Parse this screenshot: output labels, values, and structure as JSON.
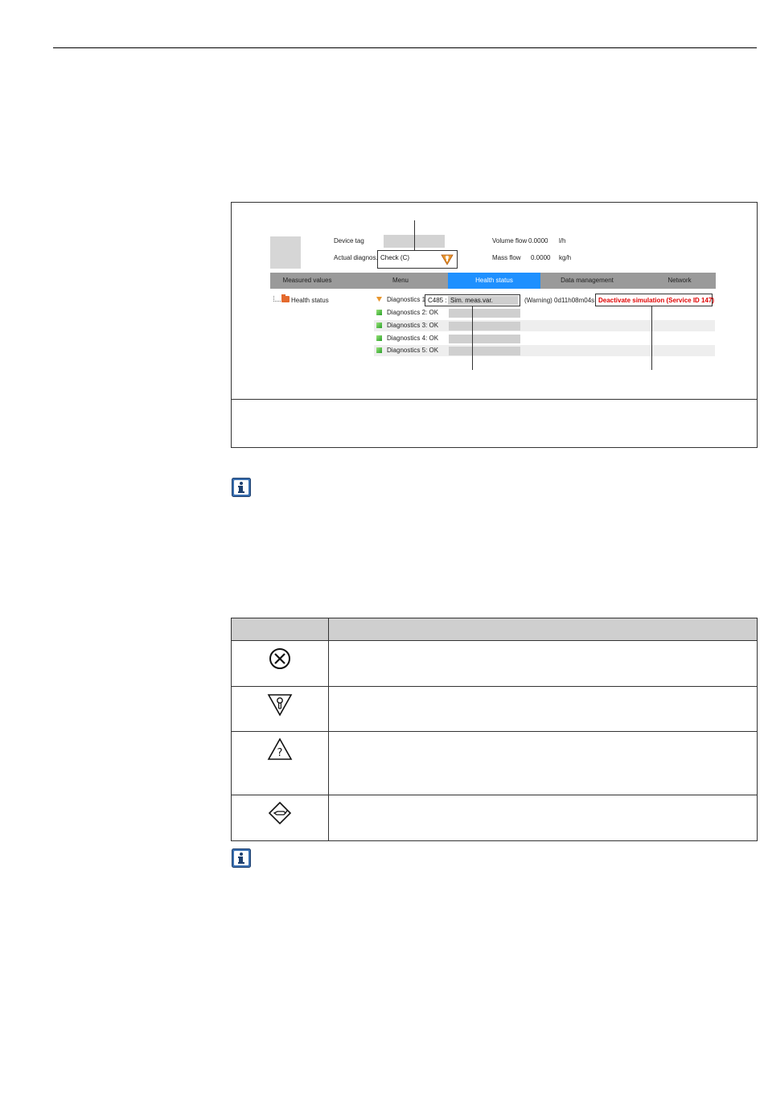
{
  "screen": {
    "device_tag_label": "Device tag",
    "actual_diagnos_label": "Actual diagnos.",
    "actual_diagnos_value": "Check (C)",
    "volume_flow_label": "Volume flow",
    "volume_flow_value": "0.0000",
    "volume_flow_unit": "l/h",
    "mass_flow_label": "Mass flow",
    "mass_flow_value": "0.0000",
    "mass_flow_unit": "kg/h",
    "tabs": [
      "Measured values",
      "Menu",
      "Health status",
      "Data management",
      "Network"
    ],
    "active_tab": "Health status",
    "tree_item": "Health status",
    "diagnostics": [
      {
        "label": "Diagnostics 1:",
        "status": "warning"
      },
      {
        "label": "Diagnostics 2: OK",
        "status": "ok"
      },
      {
        "label": "Diagnostics 3: OK",
        "status": "ok"
      },
      {
        "label": "Diagnostics 4: OK",
        "status": "ok"
      },
      {
        "label": "Diagnostics 5: OK",
        "status": "ok"
      }
    ],
    "diag1_code": "C485 :",
    "diag1_text": "Sim. meas.var.",
    "diag1_status_text": "(Warning) 0d11h08m04s",
    "deactivate_button": "Deactivate simulation (Service ID 147)"
  },
  "symbols_table": {
    "rows": [
      {
        "icon": "failure-icon"
      },
      {
        "icon": "function-check-icon"
      },
      {
        "icon": "out-of-specification-icon"
      },
      {
        "icon": "maintenance-required-icon"
      }
    ]
  },
  "colors": {
    "active_tab": "#1e90ff",
    "nav_bar": "#9a9a9a",
    "warning_orange": "#e8962e",
    "info_blue": "#3a6fb0",
    "deactivate_red": "#e00000"
  }
}
